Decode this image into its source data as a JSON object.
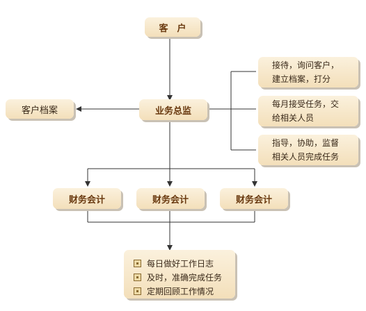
{
  "customer": "客　户",
  "supervisor": "业务总监",
  "customer_file": "客户档案",
  "duties": {
    "d1": [
      "接待，询问客户，",
      "建立档案，打分"
    ],
    "d2": [
      "每月接受任务，交",
      "给相关人员"
    ],
    "d3": [
      "指导，协助，监督",
      "相关人员完成任务"
    ]
  },
  "accountants": [
    "财务会计",
    "财务会计",
    "财务会计"
  ],
  "tasks": [
    "每日做好工作日志",
    "及时，准确完成任务",
    "定期回顾工作情况"
  ],
  "colors": {
    "line": "#333333",
    "box_fill": "#f6e4c2",
    "bold_text": "#6a3a10"
  }
}
